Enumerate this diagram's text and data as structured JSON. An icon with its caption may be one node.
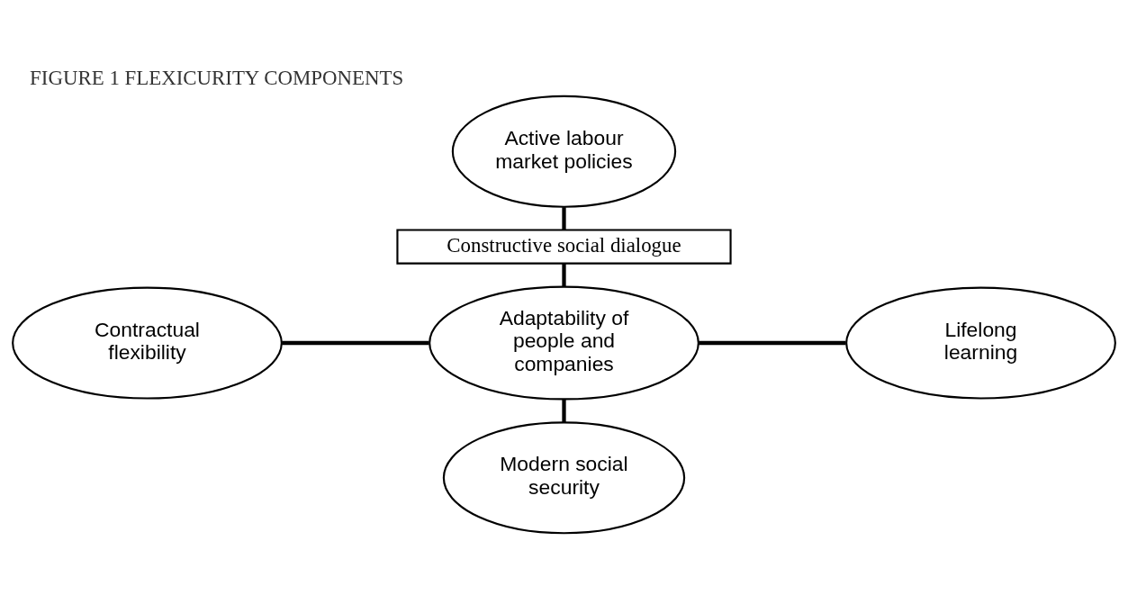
{
  "diagram": {
    "title": "FIGURE 1 FLEXICURITY COMPONENTS",
    "nodes": [
      {
        "text": [
          "Active labour market policies"
        ]
      },
      {
        "text": [
          "Constructive social dialogue"
        ]
      },
      {
        "text": [
          "Adaptability of people and companies"
        ]
      },
      {
        "text": [
          "Contractual flexibility"
        ]
      },
      {
        "text": [
          "Lifelong learning"
        ]
      },
      {
        "text": [
          "Modern social security"
        ]
      }
    ],
    "edges": [
      {
        "from": 0,
        "to": 1,
        "arrow": "none"
      },
      {
        "from": 1,
        "to": 2,
        "arrow": "none"
      },
      {
        "from": 3,
        "to": 2,
        "arrow": "none"
      },
      {
        "from": 2,
        "to": 4,
        "arrow": "none"
      },
      {
        "from": 2,
        "to": 5,
        "arrow": "none"
      }
    ]
  }
}
